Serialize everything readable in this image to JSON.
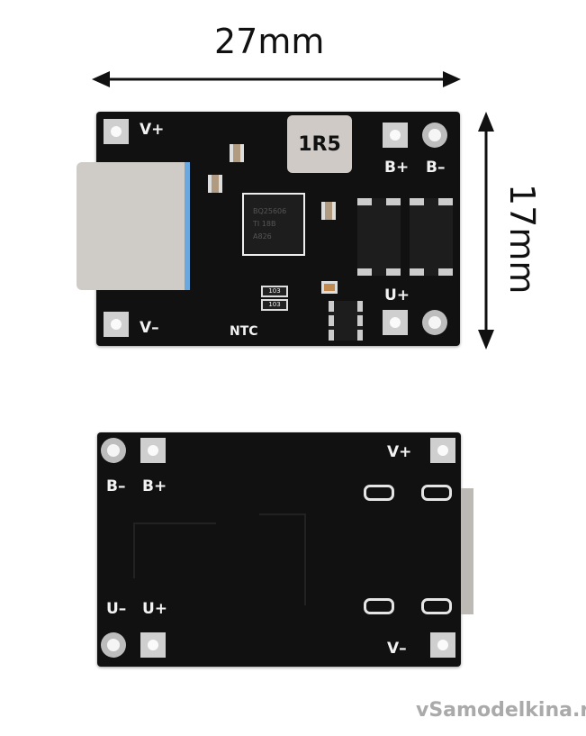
{
  "dimensions": {
    "width_label": "27mm",
    "height_label": "17mm"
  },
  "top_board": {
    "labels": {
      "v_plus": "V+",
      "v_minus": "V–",
      "b_plus": "B+",
      "b_minus": "B–",
      "u_plus": "U+",
      "ntc": "NTC"
    },
    "inductor_marking": "1R5",
    "chip_marking": [
      "BQ25606",
      "TI 18B",
      "A826"
    ],
    "resistor_markings": [
      "103",
      "103"
    ]
  },
  "bottom_board": {
    "labels": {
      "v_plus": "V+",
      "v_minus": "V–",
      "b_minus": "B–",
      "b_plus": "B+",
      "u_minus": "U–",
      "u_plus": "U+"
    }
  },
  "watermark": "vSamodelkina.ru"
}
